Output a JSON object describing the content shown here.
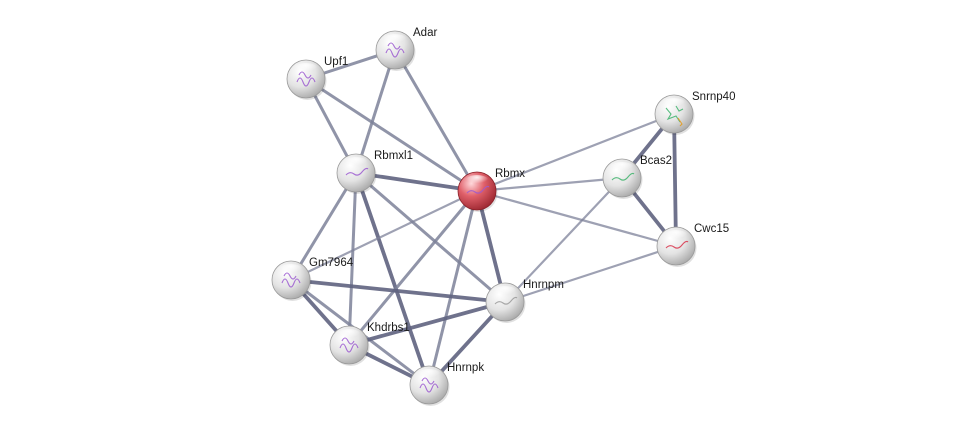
{
  "network": {
    "colors": {
      "edge": "#7d8199",
      "edge_strong": "#5f6380",
      "node": "#e6e6e6",
      "query_node": "#d94c55",
      "label": "#1a1a1a"
    },
    "nodes": [
      {
        "id": "Adar",
        "label": "Adar",
        "query": false,
        "structure": "helix-purple"
      },
      {
        "id": "Upf1",
        "label": "Upf1",
        "query": false,
        "structure": "helix-purple"
      },
      {
        "id": "Rbmxl1",
        "label": "Rbmxl1",
        "query": false,
        "structure": "chain-purple"
      },
      {
        "id": "Rbmx",
        "label": "Rbmx",
        "query": true,
        "structure": "chain-purple"
      },
      {
        "id": "Snrnp40",
        "label": "Snrnp40",
        "query": false,
        "structure": "mixed-green"
      },
      {
        "id": "Bcas2",
        "label": "Bcas2",
        "query": false,
        "structure": "chain-green"
      },
      {
        "id": "Cwc15",
        "label": "Cwc15",
        "query": false,
        "structure": "chain-red"
      },
      {
        "id": "Gm7964",
        "label": "Gm7964",
        "query": false,
        "structure": "helix-purple"
      },
      {
        "id": "Hnrnpm",
        "label": "Hnrnpm",
        "query": false,
        "structure": "chain-grey"
      },
      {
        "id": "Khdrbs1",
        "label": "Khdrbs1",
        "query": false,
        "structure": "helix-purple"
      },
      {
        "id": "Hnrnpk",
        "label": "Hnrnpk",
        "query": false,
        "structure": "helix-purple"
      }
    ],
    "edges": [
      {
        "source": "Upf1",
        "target": "Adar",
        "strength": "medium"
      },
      {
        "source": "Upf1",
        "target": "Rbmxl1",
        "strength": "medium"
      },
      {
        "source": "Upf1",
        "target": "Rbmx",
        "strength": "medium"
      },
      {
        "source": "Adar",
        "target": "Rbmxl1",
        "strength": "medium"
      },
      {
        "source": "Adar",
        "target": "Rbmx",
        "strength": "medium"
      },
      {
        "source": "Rbmxl1",
        "target": "Rbmx",
        "strength": "strong"
      },
      {
        "source": "Rbmxl1",
        "target": "Gm7964",
        "strength": "medium"
      },
      {
        "source": "Rbmxl1",
        "target": "Hnrnpm",
        "strength": "medium"
      },
      {
        "source": "Rbmxl1",
        "target": "Khdrbs1",
        "strength": "medium"
      },
      {
        "source": "Rbmxl1",
        "target": "Hnrnpk",
        "strength": "strong"
      },
      {
        "source": "Rbmx",
        "target": "Snrnp40",
        "strength": "light"
      },
      {
        "source": "Rbmx",
        "target": "Bcas2",
        "strength": "light"
      },
      {
        "source": "Rbmx",
        "target": "Cwc15",
        "strength": "light"
      },
      {
        "source": "Rbmx",
        "target": "Gm7964",
        "strength": "light"
      },
      {
        "source": "Rbmx",
        "target": "Hnrnpm",
        "strength": "strong"
      },
      {
        "source": "Rbmx",
        "target": "Khdrbs1",
        "strength": "medium"
      },
      {
        "source": "Rbmx",
        "target": "Hnrnpk",
        "strength": "medium"
      },
      {
        "source": "Snrnp40",
        "target": "Bcas2",
        "strength": "strong"
      },
      {
        "source": "Snrnp40",
        "target": "Cwc15",
        "strength": "strong"
      },
      {
        "source": "Bcas2",
        "target": "Cwc15",
        "strength": "strong"
      },
      {
        "source": "Bcas2",
        "target": "Hnrnpm",
        "strength": "light"
      },
      {
        "source": "Cwc15",
        "target": "Hnrnpm",
        "strength": "light"
      },
      {
        "source": "Gm7964",
        "target": "Hnrnpm",
        "strength": "strong"
      },
      {
        "source": "Gm7964",
        "target": "Khdrbs1",
        "strength": "strong"
      },
      {
        "source": "Gm7964",
        "target": "Hnrnpk",
        "strength": "medium"
      },
      {
        "source": "Hnrnpm",
        "target": "Khdrbs1",
        "strength": "strong"
      },
      {
        "source": "Hnrnpm",
        "target": "Hnrnpk",
        "strength": "strong"
      },
      {
        "source": "Khdrbs1",
        "target": "Hnrnpk",
        "strength": "strong"
      }
    ]
  }
}
